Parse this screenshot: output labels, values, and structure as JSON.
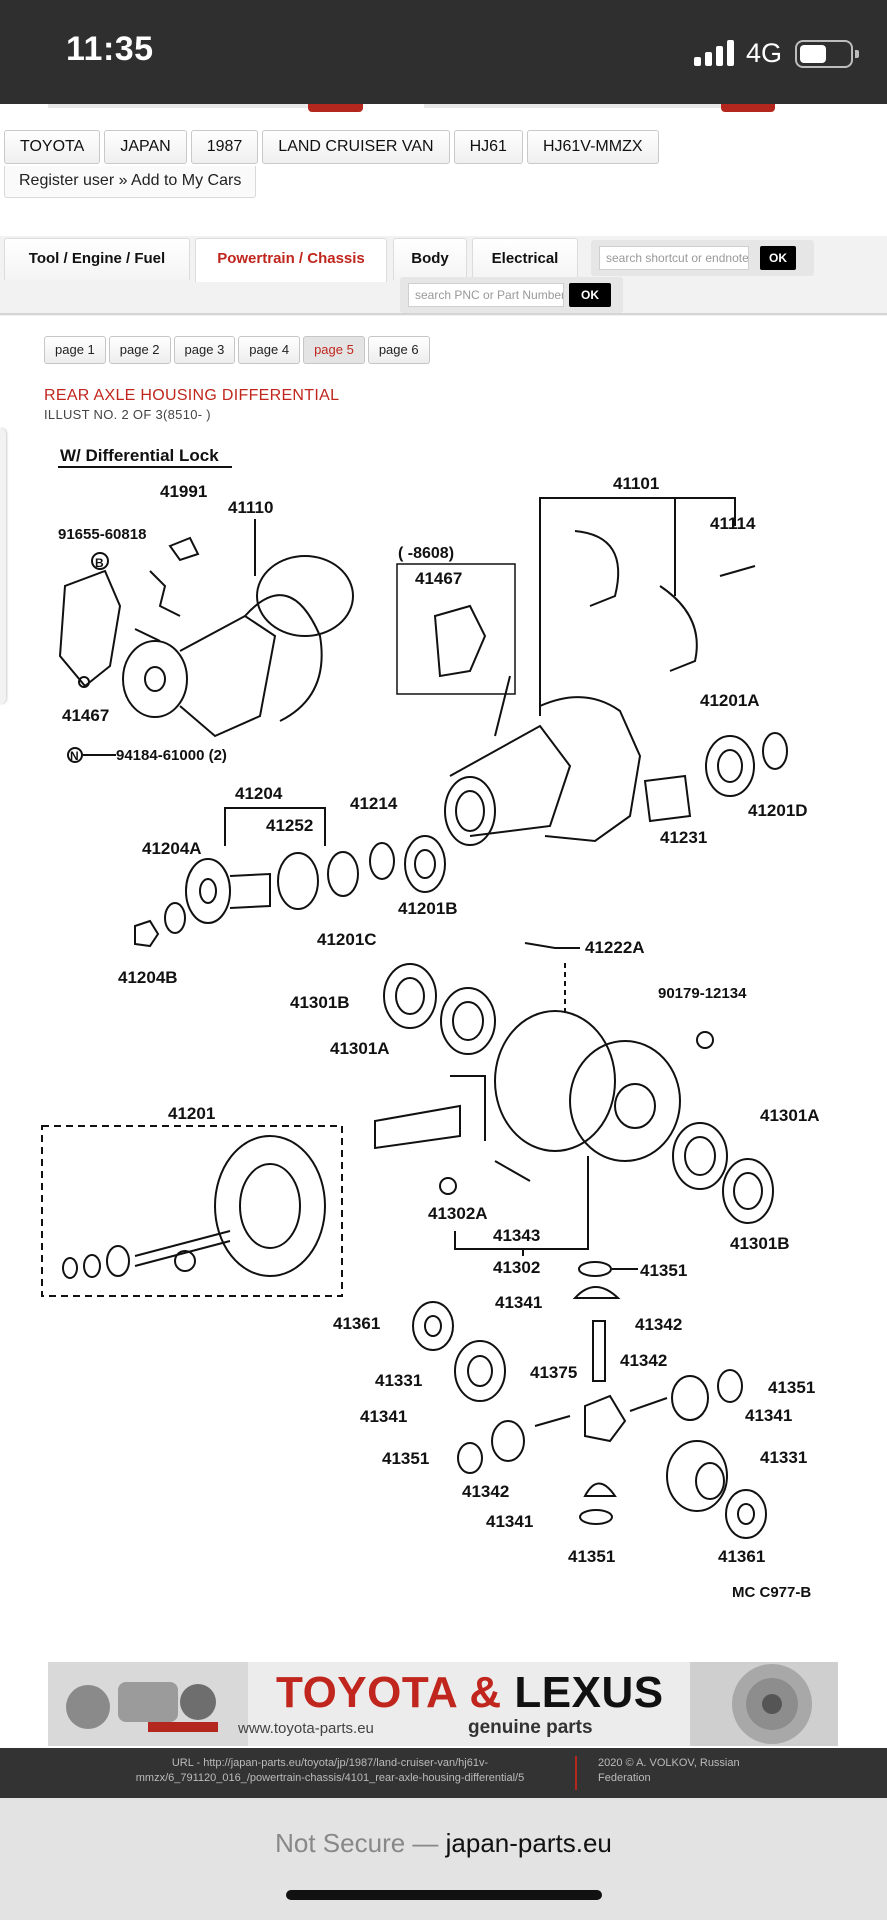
{
  "status": {
    "time": "11:35",
    "network": "4G"
  },
  "breadcrumbs": [
    "TOYOTA",
    "JAPAN",
    "1987",
    "LAND CRUISER VAN",
    "HJ61",
    "HJ61V-MMZX"
  ],
  "register_link": "Register user » Add to My Cars",
  "tabs": [
    {
      "label": "Tool / Engine / Fuel"
    },
    {
      "label": "Powertrain / Chassis"
    },
    {
      "label": "Body"
    },
    {
      "label": "Electrical"
    }
  ],
  "search_shortcut": {
    "placeholder": "search shortcut or endnote",
    "ok": "OK"
  },
  "search_pnc": {
    "placeholder": "search PNC or Part Number",
    "ok": "OK"
  },
  "pages": [
    "page 1",
    "page 2",
    "page 3",
    "page 4",
    "page 5",
    "page 6"
  ],
  "page_title": "REAR AXLE HOUSING DIFFERENTIAL",
  "page_subtitle": "ILLUST NO. 2 OF 3(8510- )",
  "diagram": {
    "heading": "W/ Differential Lock",
    "labels": {
      "l41991": "41991",
      "l41110": "41110",
      "l9165560818": "91655-60818",
      "lB": "B",
      "l41467a": "41467",
      "lN": "N",
      "l9418461000": "94184-61000 (2)",
      "l8608": "( -8608)",
      "l41467b": "41467",
      "l41101": "41101",
      "l41114": "41114",
      "l41201A": "41201A",
      "l41201D": "41201D",
      "l41231": "41231",
      "l41204": "41204",
      "l41252": "41252",
      "l41214": "41214",
      "l41204A": "41204A",
      "l41201B": "41201B",
      "l41201C": "41201C",
      "l41204B": "41204B",
      "l41222A": "41222A",
      "l41301Ba": "41301B",
      "l9017912134": "90179-12134",
      "l41301Aa": "41301A",
      "l41201": "41201",
      "l41301Ab": "41301A",
      "l41302A": "41302A",
      "l41343": "41343",
      "l41301Bb": "41301B",
      "l41302": "41302",
      "l41351a": "41351",
      "l41341a": "41341",
      "l41361a": "41361",
      "l41342a": "41342",
      "l41331a": "41331",
      "l41375": "41375",
      "l41342b": "41342",
      "l41351b": "41351",
      "l41341b": "41341",
      "l41341c": "41341",
      "l41351c": "41351",
      "l41331b": "41331",
      "l41342c": "41342",
      "l41341d": "41341",
      "l41351d": "41351",
      "l41361b": "41361",
      "code": "MC C977-B"
    }
  },
  "banner": {
    "brand_red": "TOYOTA",
    "brand_amp": " & ",
    "brand_black": "LEXUS",
    "url": "www.toyota-parts.eu",
    "tagline": "genuine parts"
  },
  "footer": {
    "url_text": "URL - http://japan-parts.eu/toyota/jp/1987/land-cruiser-van/hj61v-mmzx/6_791120_016_/powertrain-chassis/4101_rear-axle-housing-differential/5",
    "copyright": "2020 © A. VOLKOV, Russian Federation"
  },
  "browser": {
    "not_secure": "Not Secure — ",
    "domain": "japan-parts.eu"
  }
}
